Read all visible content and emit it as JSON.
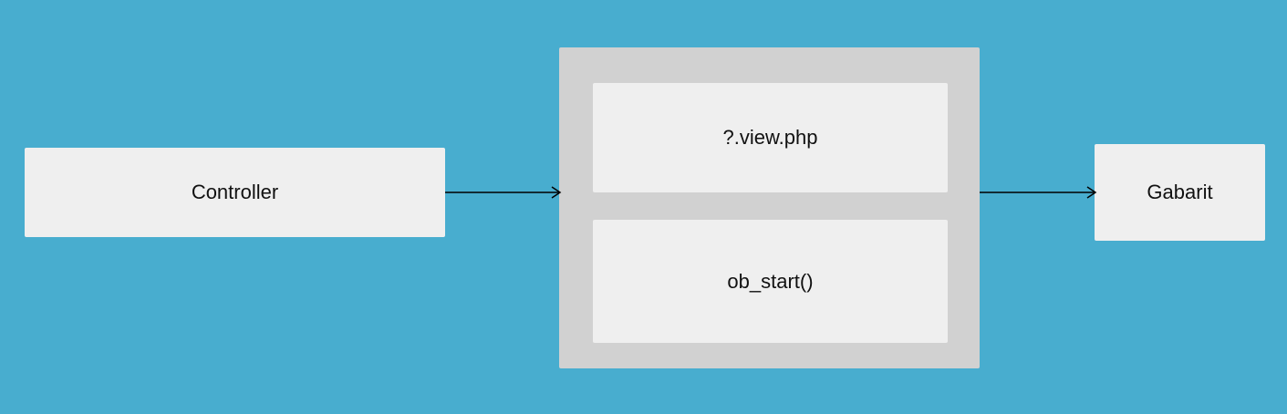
{
  "diagram": {
    "nodes": {
      "controller": "Controller",
      "view": "?.view.php",
      "ob_start": "ob_start()",
      "gabarit": "Gabarit"
    },
    "edges": [
      {
        "from": "Controller",
        "to": "group"
      },
      {
        "from": "group",
        "to": "Gabarit"
      }
    ],
    "colors": {
      "background": "#48adcf",
      "group_fill": "#d1d1d1",
      "node_fill": "#efefef",
      "arrow": "#000000"
    }
  }
}
